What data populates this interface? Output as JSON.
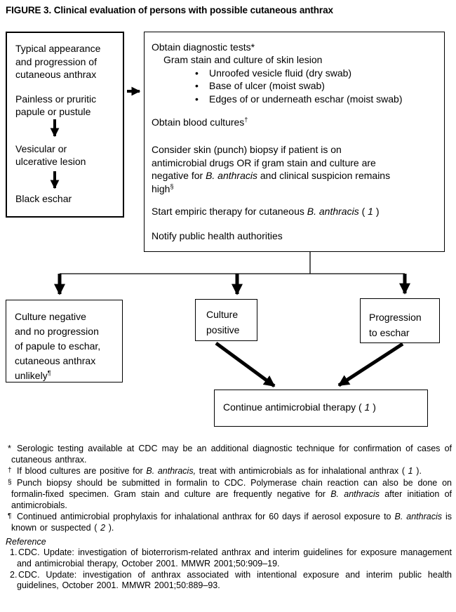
{
  "title": "FIGURE 3. Clinical evaluation of persons with possible cutaneous anthrax",
  "colors": {
    "ink": "#000000",
    "paper": "#ffffff"
  },
  "flowchart": {
    "appearance_box": {
      "intro_lines": [
        "Typical appearance",
        "and progression of",
        "cutaneous anthrax"
      ],
      "stage1_lines": [
        "Painless or pruritic",
        "papule or pustule"
      ],
      "stage2_lines": [
        "Vesicular or",
        "ulcerative lesion"
      ],
      "stage3": "Black eschar"
    },
    "workup_box": {
      "diagnostic_header": "Obtain diagnostic tests*",
      "gram_line": "Gram stain and culture of skin lesion",
      "bullet_char": "•",
      "bullets": [
        "Unroofed vesicle fluid (dry swab)",
        "Base of ulcer (moist swab)",
        "Edges of or underneath eschar (moist swab)"
      ],
      "blood_line": "Obtain blood cultures",
      "blood_sup": "†",
      "biopsy": {
        "l1": "Consider skin (punch) biopsy if patient is on",
        "l2": "antimicrobial drugs OR if gram stain and culture are",
        "l3a": "negative for ",
        "l3i": "B. anthracis",
        "l3b": " and clinical suspicion remains",
        "l4": "high",
        "l4sup": "§"
      },
      "empiric": {
        "t1": "Start empiric therapy for cutaneous ",
        "i1": "B. anthracis",
        "t2": " ( ",
        "i2": "1",
        "t3": " )"
      },
      "notify": "Notify public health authorities"
    },
    "outcome_negative": {
      "lines": [
        "Culture negative",
        "and no progression",
        "of papule to eschar,",
        "cutaneous anthrax"
      ],
      "last": "unlikely",
      "sup": "¶"
    },
    "outcome_positive_lines": [
      "Culture",
      "positive"
    ],
    "outcome_eschar_lines": [
      "Progression",
      "to eschar"
    ],
    "continue_box": {
      "t1": "Continue antimicrobial therapy ( ",
      "i1": "1",
      "t2": " )"
    }
  },
  "footnotes": [
    {
      "marker": "*",
      "t1": "Serologic testing available at CDC may be an additional diagnostic technique for confirmation of cases of cutaneous anthrax."
    },
    {
      "marker": "†",
      "t1": "If blood cultures are positive for ",
      "i1": "B. anthracis,",
      "t2": " treat with antimicrobials as for inhalational anthrax ( ",
      "i2": "1",
      "t3": " )."
    },
    {
      "marker": "§",
      "t1": "Punch biopsy should be submitted in formalin to CDC. Polymerase chain reaction can also be done on formalin-fixed specimen. Gram stain and culture are frequently negative for ",
      "i1": "B. anthracis",
      "t2": " after initiation of antimicrobials."
    },
    {
      "marker": "¶",
      "t1": "Continued antimicrobial prophylaxis for inhalational anthrax for 60 days if aerosol exposure to ",
      "i1": "B. anthracis",
      "t2": " is known or suspected ( ",
      "i2": "2",
      "t3": " )."
    }
  ],
  "references": {
    "heading": "Reference",
    "items": [
      {
        "num": "1.",
        "text": "CDC. Update: investigation of bioterrorism-related anthrax and interim guidelines for exposure management and antimicrobial therapy, October 2001. MMWR 2001;50:909–19."
      },
      {
        "num": "2.",
        "text": "CDC. Update: investigation of anthrax associated with intentional exposure and interim public health guidelines, October 2001. MMWR 2001;50:889–93."
      }
    ]
  }
}
